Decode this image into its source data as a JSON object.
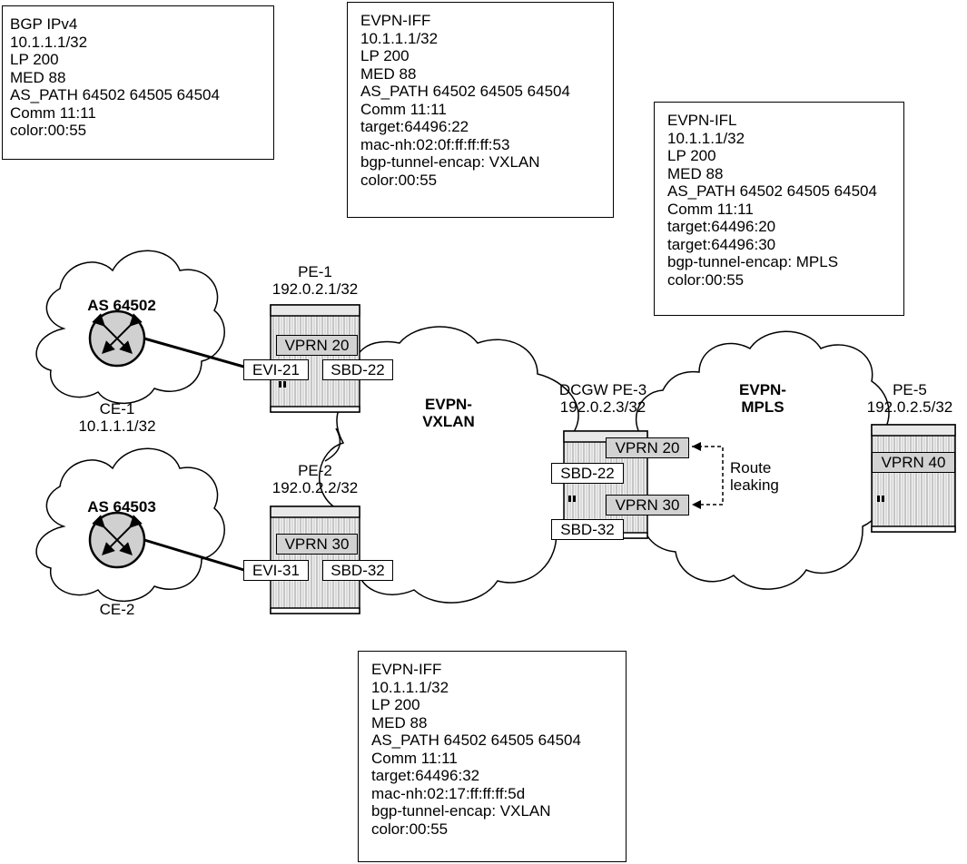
{
  "route_boxes": {
    "box_bgp": [
      "BGP IPv4",
      "10.1.1.1/32",
      "LP 200",
      "MED 88",
      "AS_PATH 64502 64505 64504",
      "Comm 11:11",
      "color:00:55"
    ],
    "box_iff_top": [
      "EVPN-IFF",
      "10.1.1.1/32",
      "LP 200",
      "MED 88",
      "AS_PATH 64502 64505 64504",
      "Comm 11:11",
      "target:64496:22",
      "mac-nh:02:0f:ff:ff:ff:53",
      "bgp-tunnel-encap: VXLAN",
      "color:00:55"
    ],
    "box_ifl": [
      "EVPN-IFL",
      "10.1.1.1/32",
      "LP 200",
      "MED 88",
      "AS_PATH 64502 64505 64504",
      "Comm 11:11",
      "target:64496:20",
      "target:64496:30",
      "bgp-tunnel-encap: MPLS",
      "color:00:55"
    ],
    "box_iff_bottom": [
      "EVPN-IFF",
      "10.1.1.1/32",
      "LP 200",
      "MED 88",
      "AS_PATH 64502 64505 64504",
      "Comm 11:11",
      "target:64496:32",
      "mac-nh:02:17:ff:ff:ff:5d",
      "bgp-tunnel-encap: VXLAN",
      "color:00:55"
    ]
  },
  "clouds": {
    "as1": "AS 64502",
    "as2": "AS 64503",
    "vxlan": "EVPN-\nVXLAN",
    "mpls": "EVPN-\nMPLS"
  },
  "nodes": {
    "ce1": "CE-1\n10.1.1.1/32",
    "ce2": "CE-2",
    "pe1": "PE-1\n192.0.2.1/32",
    "pe2": "PE-2\n192.0.2.2/32",
    "pe3": "DCGW PE-3\n192.0.2.3/32",
    "pe5": "PE-5\n192.0.2.5/32"
  },
  "instances": {
    "pe1_vprn": "VPRN 20",
    "pe1_evi": "EVI-21",
    "pe1_sbd": "SBD-22",
    "pe2_vprn": "VPRN 30",
    "pe2_evi": "EVI-31",
    "pe2_sbd": "SBD-32",
    "pe3_vprn20": "VPRN 20",
    "pe3_sbd22": "SBD-22",
    "pe3_vprn30": "VPRN 30",
    "pe3_sbd32": "SBD-32",
    "pe5_vprn": "VPRN 40"
  },
  "route_leaking": "Route\nleaking",
  "colors": {
    "arrow_fill": "#cccccc",
    "router_fill": "#d0d0d0",
    "tag_grey": "#d2d2d2"
  }
}
